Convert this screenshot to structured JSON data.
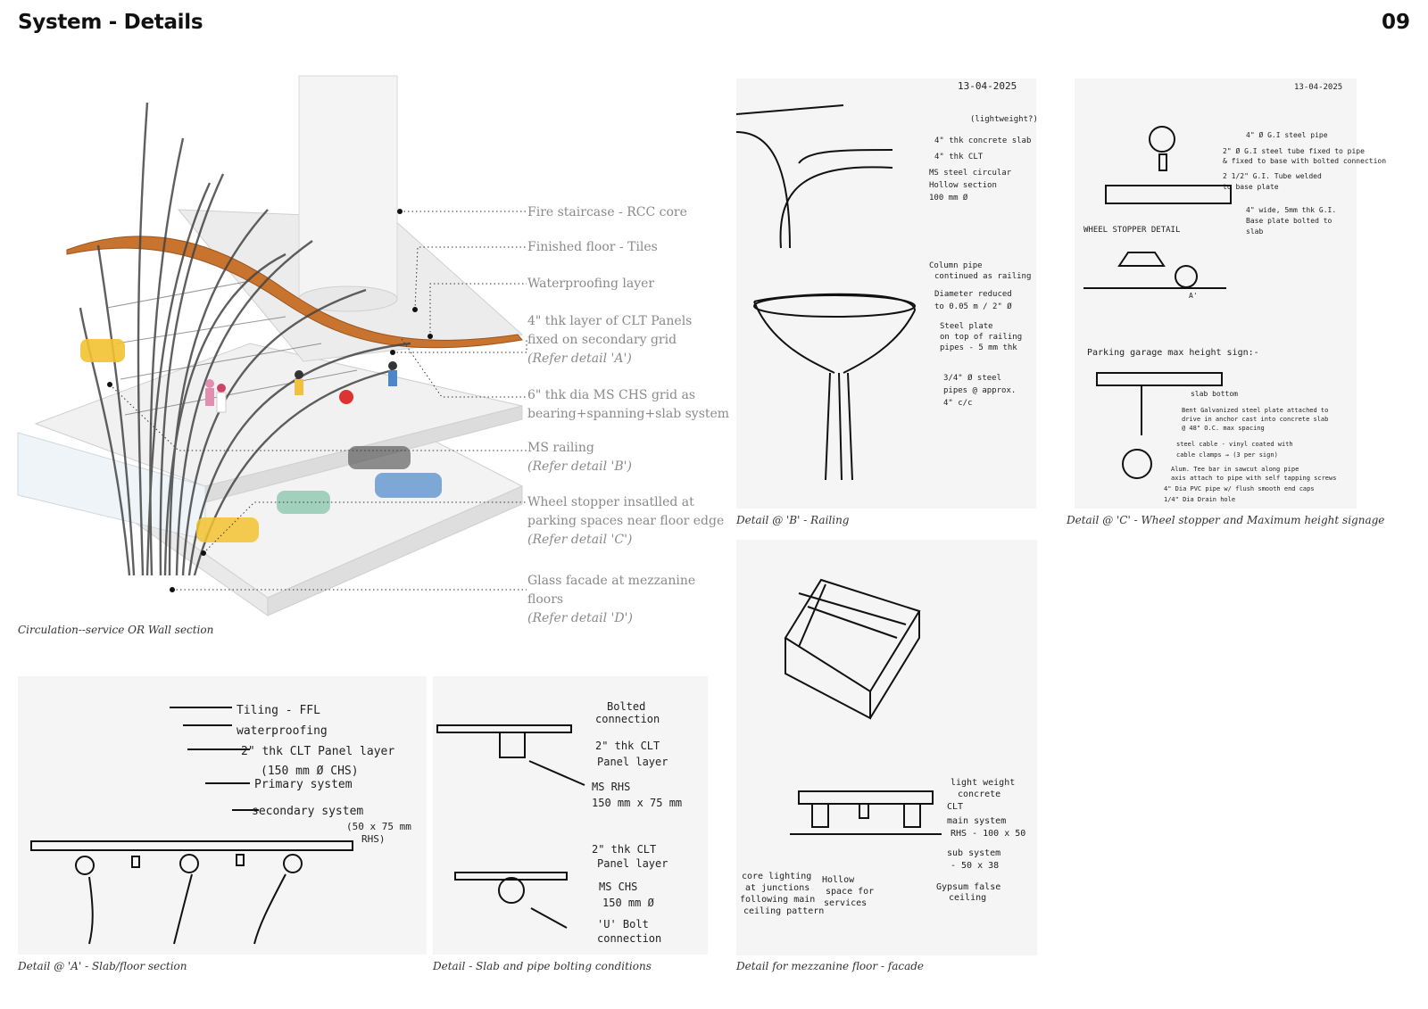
{
  "header": {
    "title": "System - Details",
    "page_number": "09"
  },
  "axonometric": {
    "caption": "Circulation--service OR Wall section",
    "callouts": [
      {
        "lines": [
          "Fire staircase - RCC core"
        ],
        "ref": ""
      },
      {
        "lines": [
          "Finished floor - Tiles"
        ],
        "ref": ""
      },
      {
        "lines": [
          "Waterproofing layer"
        ],
        "ref": ""
      },
      {
        "lines": [
          "4\" thk layer of CLT Panels",
          "fixed on secondary grid"
        ],
        "ref": "(Refer detail 'A')"
      },
      {
        "lines": [
          "6\" thk dia MS CHS grid as",
          "bearing+spanning+slab system"
        ],
        "ref": ""
      },
      {
        "lines": [
          "MS railing"
        ],
        "ref": "(Refer detail 'B')"
      },
      {
        "lines": [
          "Wheel stopper insatlled at",
          "parking spaces near floor edge"
        ],
        "ref": "(Refer detail 'C')"
      },
      {
        "lines": [
          "Glass facade at mezzanine",
          "floors"
        ],
        "ref": "(Refer detail 'D')"
      }
    ],
    "accent_color": "#c8732e"
  },
  "sketches": {
    "railing": {
      "caption": "Detail @ 'B' - Railing",
      "date": "13-04-2025",
      "notes": [
        "(lightweight?)",
        "4\" thk concrete slab",
        "4\" thk CLT",
        "MS steel circular",
        "Hollow section",
        "100 mm Ø",
        "Column pipe",
        "continued as railing",
        "Diameter reduced",
        "to 0.05 m / 2\" Ø",
        "Steel plate",
        "on top of railing",
        "pipes - 5 mm thk",
        "3/4\" Ø steel",
        "pipes @ approx.",
        "4\" c/c"
      ]
    },
    "wheel": {
      "caption": "Detail @ 'C' - Wheel stopper and Maximum height signage",
      "date": "13-04-2025",
      "notes": [
        "4\" Ø G.I steel pipe",
        "2\" Ø G.I steel tube fixed to pipe",
        "& fixed to base with bolted connection",
        "2 1/2\" G.I. Tube welded",
        "to base plate",
        "4\" wide, 5mm thk G.I.",
        "Base plate bolted to",
        "slab",
        "WHEEL STOPPER DETAIL",
        "A'",
        "Parking garage max height sign:-",
        "slab bottom",
        "Bent Galvanized steel plate attached to",
        "drive in anchor cast into concrete slab",
        "@ 48\" O.C. max spacing",
        "steel cable - vinyl coated with",
        "cable clamps → (3 per sign)",
        "Alum. Tee bar in sawcut along pipe",
        "axis attach to pipe with self tapping screws",
        "4\" Dia PVC pipe w/ flush smooth end caps",
        "1/4\" Dia Drain hole"
      ]
    },
    "slab": {
      "caption": "Detail @ 'A' - Slab/floor section",
      "notes": [
        "Tiling - FFL",
        "waterproofing",
        "2\" thk CLT Panel layer",
        "(150 mm Ø CHS)",
        "Primary system",
        "secondary system",
        "(50 x 75 mm",
        "RHS)"
      ]
    },
    "bolting": {
      "caption": "Detail - Slab and pipe bolting conditions",
      "notes": [
        "Bolted",
        "connection",
        "2\" thk CLT",
        "Panel layer",
        "MS RHS",
        "150 mm x 75 mm",
        "2\" thk CLT",
        "Panel layer",
        "MS CHS",
        "150 mm Ø",
        "'U' Bolt",
        "connection"
      ]
    },
    "mezz": {
      "caption": "Detail for mezzanine floor - facade",
      "notes": [
        "light weight",
        "concrete",
        "CLT",
        "main system",
        "RHS - 100 x 50",
        "sub system",
        "- 50 x 38",
        "Gypsum false",
        "ceiling",
        "core lighting",
        "at junctions",
        "following main",
        "ceiling pattern",
        "Hollow",
        "space for",
        "services"
      ]
    }
  }
}
